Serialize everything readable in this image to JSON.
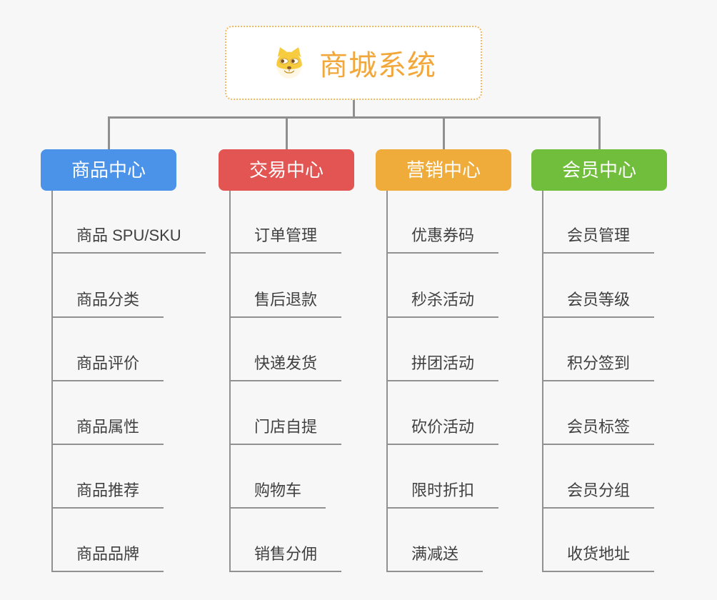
{
  "canvas": {
    "background_color": "#f7f7f7",
    "connector_color": "#8f8f8f",
    "underline_color": "#919191",
    "child_text_color": "#404040"
  },
  "root": {
    "label": "商城系统",
    "icon": "shiba-dog-icon",
    "text_color": "#f2a73b",
    "border_color": "#f3b860"
  },
  "branches": [
    {
      "label": "商品中心",
      "color": "#4b93e8",
      "children": [
        "商品 SPU/SKU",
        "商品分类",
        "商品评价",
        "商品属性",
        "商品推荐",
        "商品品牌"
      ]
    },
    {
      "label": "交易中心",
      "color": "#e25552",
      "children": [
        "订单管理",
        "售后退款",
        "快递发货",
        "门店自提",
        "购物车",
        "销售分佣"
      ]
    },
    {
      "label": "营销中心",
      "color": "#efac3b",
      "children": [
        "优惠券码",
        "秒杀活动",
        "拼团活动",
        "砍价活动",
        "限时折扣",
        "满减送"
      ]
    },
    {
      "label": "会员中心",
      "color": "#71be3d",
      "children": [
        "会员管理",
        "会员等级",
        "积分签到",
        "会员标签",
        "会员分组",
        "收货地址"
      ]
    }
  ]
}
